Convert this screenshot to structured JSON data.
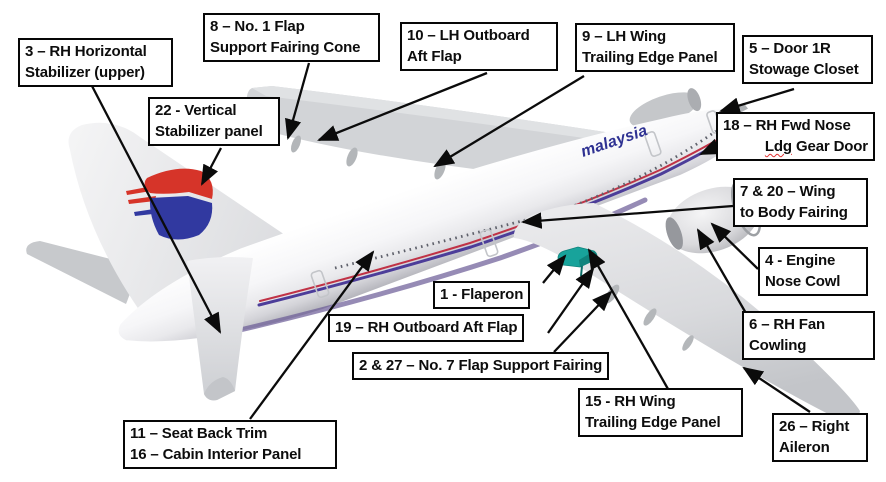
{
  "aircraft": {
    "airline_title": "malaysia"
  },
  "colors": {
    "flaperon_highlight": "#18a39b",
    "flaperon_edge": "#0f837c",
    "logo_red": "#d63429",
    "logo_blue": "#3139a0",
    "stripe_red": "#c03246",
    "stripe_blue": "#4c3d99",
    "belly_shadow": "#6a5a96",
    "title_blue": "#2e3192"
  },
  "labels": {
    "l3": {
      "lines": [
        "3 – RH Horizontal",
        "Stabilizer (upper)"
      ]
    },
    "l8": {
      "lines": [
        "8 – No. 1 Flap",
        "Support Fairing Cone"
      ]
    },
    "l22": {
      "lines": [
        "22 - Vertical",
        "Stabilizer panel"
      ]
    },
    "l10": {
      "lines": [
        "10 – LH Outboard",
        "Aft Flap"
      ]
    },
    "l9": {
      "lines": [
        "9 – LH Wing",
        "Trailing Edge Panel"
      ]
    },
    "l5": {
      "lines": [
        "5 – Door 1R",
        "Stowage Closet"
      ]
    },
    "l18": {
      "line1": "18 – RH Fwd Nose",
      "line2_word": "Ldg",
      "line2_rest": "Gear Door"
    },
    "l7_20": {
      "lines": [
        "7 & 20 – Wing",
        "to Body Fairing"
      ]
    },
    "l4": {
      "lines": [
        "4 - Engine",
        "Nose Cowl"
      ]
    },
    "l6": {
      "lines": [
        "6 – RH Fan",
        "Cowling"
      ]
    },
    "l1": {
      "lines": [
        "1 - Flaperon"
      ]
    },
    "l19": {
      "lines": [
        "19 – RH Outboard Aft Flap"
      ]
    },
    "l2_27": {
      "lines": [
        "2 & 27 – No. 7 Flap Support Fairing"
      ]
    },
    "l15": {
      "lines": [
        "15 - RH Wing",
        "Trailing Edge Panel"
      ]
    },
    "l26": {
      "lines": [
        "26 – Right",
        "Aileron"
      ]
    },
    "l11_16": {
      "lines": [
        "11 – Seat Back Trim",
        "16 – Cabin Interior Panel"
      ]
    }
  }
}
